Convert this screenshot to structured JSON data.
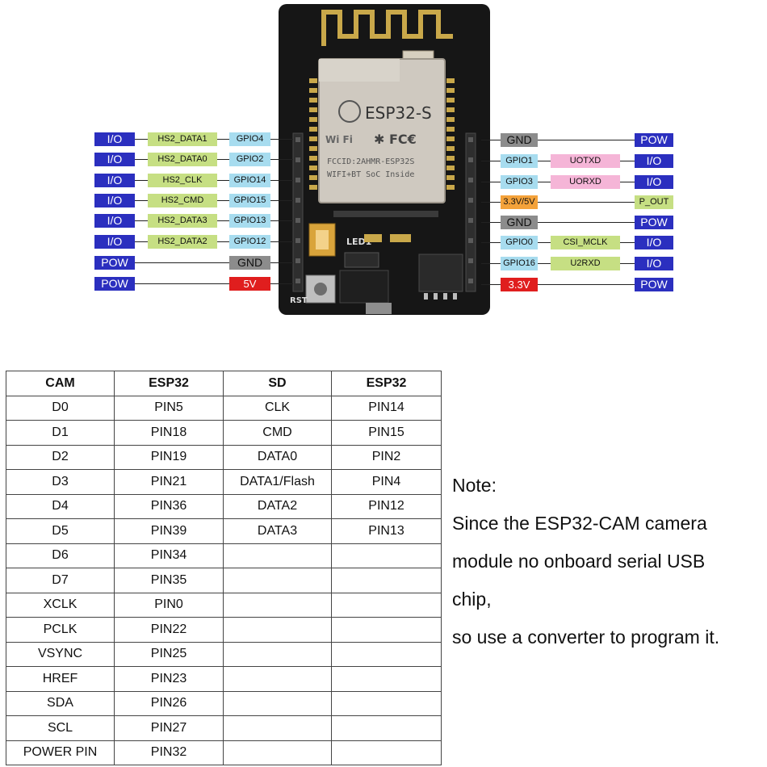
{
  "board": {
    "chip_name": "ESP32-S",
    "wifi_logo": "Wi Fi",
    "chip_line1": "FCCID:2AHMR-ESP32S",
    "chip_line2": "WIFI+BT SoC Inside",
    "led_label": "LED1",
    "rst_label": "RST",
    "colors": {
      "pcb": "#161616",
      "shield": "#cfc9c0",
      "antenna": "#c9a84a"
    }
  },
  "left_pins": [
    {
      "io": "I/O",
      "func": "HS2_DATA1",
      "gpio": "GPIO4"
    },
    {
      "io": "I/O",
      "func": "HS2_DATA0",
      "gpio": "GPIO2"
    },
    {
      "io": "I/O",
      "func": "HS2_CLK",
      "gpio": "GPIO14"
    },
    {
      "io": "I/O",
      "func": "HS2_CMD",
      "gpio": "GPIO15"
    },
    {
      "io": "I/O",
      "func": "HS2_DATA3",
      "gpio": "GPIO13"
    },
    {
      "io": "I/O",
      "func": "HS2_DATA2",
      "gpio": "GPIO12"
    },
    {
      "io": "POW",
      "func": "",
      "gpio": "GND"
    },
    {
      "io": "POW",
      "func": "",
      "gpio": "5V"
    }
  ],
  "right_pins": [
    {
      "pin": "GND",
      "func": "",
      "io": "POW"
    },
    {
      "pin": "GPIO1",
      "func": "UOTXD",
      "io": "I/O"
    },
    {
      "pin": "GPIO3",
      "func": "UORXD",
      "io": "I/O"
    },
    {
      "pin": "3.3V/5V",
      "func": "",
      "io": "P_OUT"
    },
    {
      "pin": "GND",
      "func": "",
      "io": "POW"
    },
    {
      "pin": "GPIO0",
      "func": "CSI_MCLK",
      "io": "I/O"
    },
    {
      "pin": "GPIO16",
      "func": "U2RXD",
      "io": "I/O"
    },
    {
      "pin": "3.3V",
      "func": "",
      "io": "POW"
    }
  ],
  "table": {
    "headers": [
      "CAM",
      "ESP32",
      "SD",
      "ESP32"
    ],
    "rows": [
      [
        "D0",
        "PIN5",
        "CLK",
        "PIN14"
      ],
      [
        "D1",
        "PIN18",
        "CMD",
        "PIN15"
      ],
      [
        "D2",
        "PIN19",
        "DATA0",
        "PIN2"
      ],
      [
        "D3",
        "PIN21",
        "DATA1/Flash",
        "PIN4"
      ],
      [
        "D4",
        "PIN36",
        "DATA2",
        "PIN12"
      ],
      [
        "D5",
        "PIN39",
        "DATA3",
        "PIN13"
      ],
      [
        "D6",
        "PIN34",
        "",
        ""
      ],
      [
        "D7",
        "PIN35",
        "",
        ""
      ],
      [
        "XCLK",
        "PIN0",
        "",
        ""
      ],
      [
        "PCLK",
        "PIN22",
        "",
        ""
      ],
      [
        "VSYNC",
        "PIN25",
        "",
        ""
      ],
      [
        "HREF",
        "PIN23",
        "",
        ""
      ],
      [
        "SDA",
        "PIN26",
        "",
        ""
      ],
      [
        "SCL",
        "PIN27",
        "",
        ""
      ],
      [
        "POWER PIN",
        "PIN32",
        "",
        ""
      ]
    ]
  },
  "note": {
    "title": "Note:",
    "lines": [
      "Since the ESP32-CAM camera",
      "module no onboard serial USB",
      "chip,",
      "so use a converter to program it."
    ]
  }
}
